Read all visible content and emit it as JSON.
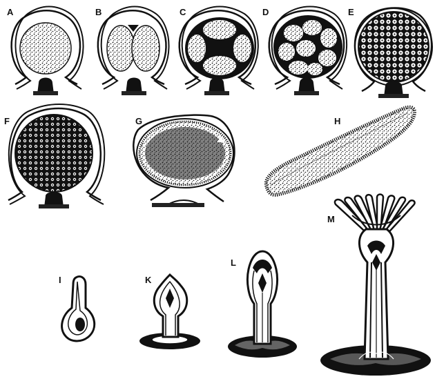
{
  "figure": {
    "panels": [
      {
        "id": "A",
        "label": "A",
        "stage": "egg-spherical-yolk"
      },
      {
        "id": "B",
        "label": "B",
        "stage": "egg-two-cell"
      },
      {
        "id": "C",
        "label": "C",
        "stage": "egg-four-cell"
      },
      {
        "id": "D",
        "label": "D",
        "stage": "egg-multi-cell"
      },
      {
        "id": "E",
        "label": "E",
        "stage": "blastula-cellular"
      },
      {
        "id": "F",
        "label": "F",
        "stage": "blastula-cellular"
      },
      {
        "id": "G",
        "label": "G",
        "stage": "ciliated-embryo"
      },
      {
        "id": "H",
        "label": "H",
        "stage": "free-swimming-larva"
      },
      {
        "id": "I",
        "label": "I",
        "stage": "attached-larva-early"
      },
      {
        "id": "K",
        "label": "K",
        "stage": "attached-larva"
      },
      {
        "id": "L",
        "label": "L",
        "stage": "young-polyp"
      },
      {
        "id": "M",
        "label": "M",
        "stage": "polyp-with-tentacles"
      }
    ]
  },
  "colors": {
    "ink": "#111111",
    "paper": "#ffffff",
    "shade": "#2a2a2a"
  }
}
